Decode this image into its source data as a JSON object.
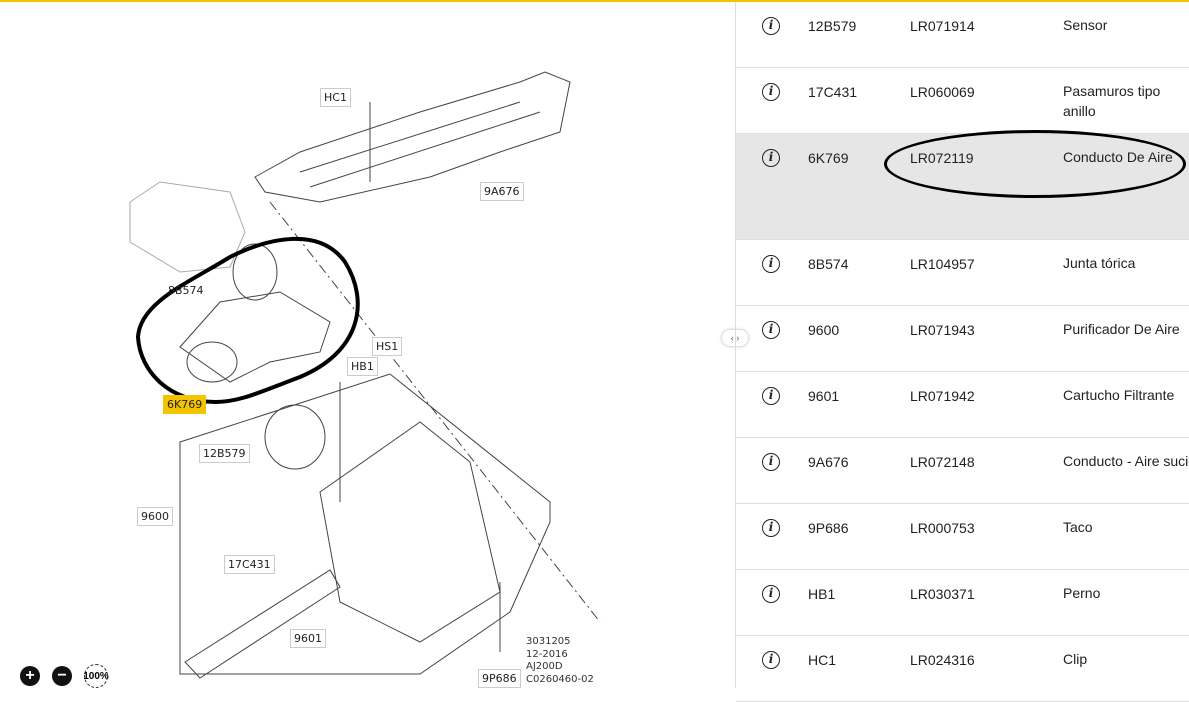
{
  "diagram": {
    "callouts": [
      {
        "id": "hc1",
        "text": "HC1"
      },
      {
        "id": "9a676",
        "text": "9A676"
      },
      {
        "id": "8b574",
        "text": "8B574"
      },
      {
        "id": "hs1",
        "text": "HS1"
      },
      {
        "id": "hb1",
        "text": "HB1"
      },
      {
        "id": "6k769",
        "text": "6K769"
      },
      {
        "id": "12b579",
        "text": "12B579"
      },
      {
        "id": "9600",
        "text": "9600"
      },
      {
        "id": "17c431",
        "text": "17C431"
      },
      {
        "id": "9601",
        "text": "9601"
      },
      {
        "id": "9p686",
        "text": "9P686"
      }
    ],
    "stamp": [
      "3031205",
      "12-2016",
      "AJ200D",
      "C0260460-02"
    ],
    "zoom": {
      "in": "+",
      "out": "−",
      "level": "100%"
    },
    "highlight_color": "#f5c400"
  },
  "splitter": "‹ ›",
  "parts": [
    {
      "ref": "12B579",
      "part": "LR071914",
      "desc": "Sensor"
    },
    {
      "ref": "17C431",
      "part": "LR060069",
      "desc": "Pasamuros tipo anillo"
    },
    {
      "ref": "6K769",
      "part": "LR072119",
      "desc": "Conducto De Aire"
    },
    {
      "ref": "8B574",
      "part": "LR104957",
      "desc": "Junta tórica"
    },
    {
      "ref": "9600",
      "part": "LR071943",
      "desc": "Purificador De Aire"
    },
    {
      "ref": "9601",
      "part": "LR071942",
      "desc": "Cartucho Filtrante"
    },
    {
      "ref": "9A676",
      "part": "LR072148",
      "desc": "Conducto - Aire sucio"
    },
    {
      "ref": "9P686",
      "part": "LR000753",
      "desc": "Taco"
    },
    {
      "ref": "HB1",
      "part": "LR030371",
      "desc": "Perno"
    },
    {
      "ref": "HC1",
      "part": "LR024316",
      "desc": "Clip"
    }
  ],
  "info_icon": "i→"
}
